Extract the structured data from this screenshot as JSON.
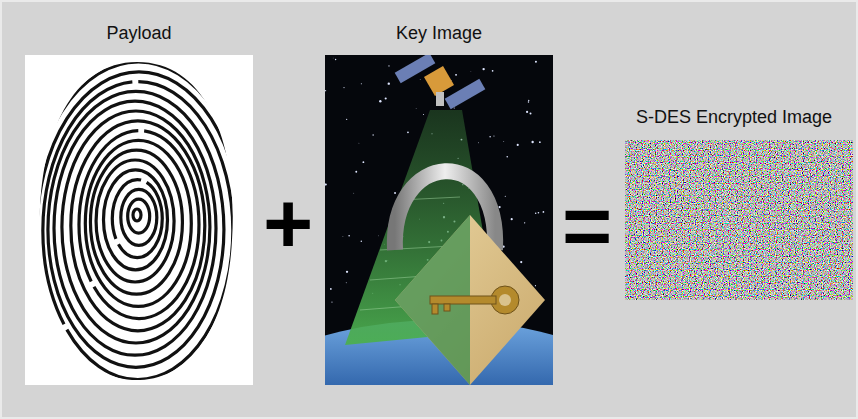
{
  "diagram": {
    "nodes": [
      {
        "text": [
          "Payload"
        ]
      },
      {
        "text": [
          "Key Image"
        ]
      },
      {
        "text": [
          "S-DES Encrypted Image"
        ]
      }
    ],
    "labels": [
      "+",
      "="
    ]
  }
}
